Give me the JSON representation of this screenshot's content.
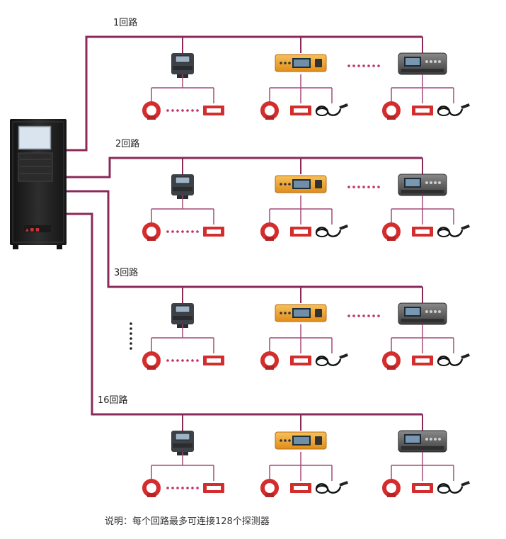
{
  "colors": {
    "bus_line": "#8b2a5a",
    "branch_line": "#a44a78",
    "cabinet": "#222222",
    "ct_red": "#d42d2d",
    "orange_device": "#f0a42a",
    "grey_device": "#555555"
  },
  "loops": [
    {
      "label": "1回路",
      "has_vertical_dots": false
    },
    {
      "label": "2回路",
      "has_vertical_dots": false
    },
    {
      "label": "3回路",
      "has_vertical_dots": true
    },
    {
      "label": "16回路",
      "has_vertical_dots": false
    }
  ],
  "devices": [
    {
      "icon": "din-rail-detector-icon",
      "sensors": [
        "ring-ct-icon",
        "dotted-ellipsis-icon",
        "rectangular-ct-icon"
      ]
    },
    {
      "icon": "orange-detector-icon",
      "sensors": [
        "ring-ct-icon",
        "rectangular-ct-icon",
        "temperature-probe-icon"
      ]
    },
    {
      "icon": "grey-detector-icon",
      "sensors": [
        "ring-ct-icon",
        "rectangular-ct-icon",
        "temperature-probe-icon"
      ]
    }
  ],
  "note": "说明：每个回路最多可连接128个探测器"
}
